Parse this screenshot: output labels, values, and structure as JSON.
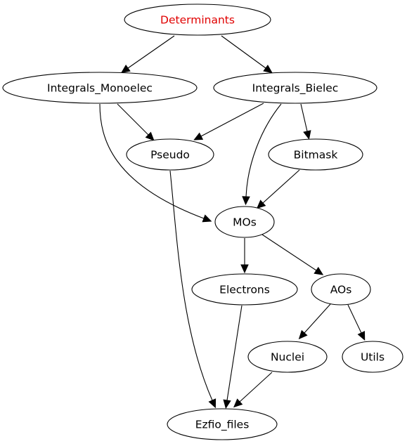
{
  "graph": {
    "nodes": [
      {
        "id": "determinants",
        "label": "Determinants",
        "color": "#e00000"
      },
      {
        "id": "integrals_monoelec",
        "label": "Integrals_Monoelec",
        "color": "#000000"
      },
      {
        "id": "integrals_bielec",
        "label": "Integrals_Bielec",
        "color": "#000000"
      },
      {
        "id": "pseudo",
        "label": "Pseudo",
        "color": "#000000"
      },
      {
        "id": "bitmask",
        "label": "Bitmask",
        "color": "#000000"
      },
      {
        "id": "mos",
        "label": "MOs",
        "color": "#000000"
      },
      {
        "id": "electrons",
        "label": "Electrons",
        "color": "#000000"
      },
      {
        "id": "aos",
        "label": "AOs",
        "color": "#000000"
      },
      {
        "id": "nuclei",
        "label": "Nuclei",
        "color": "#000000"
      },
      {
        "id": "utils",
        "label": "Utils",
        "color": "#000000"
      },
      {
        "id": "ezfio_files",
        "label": "Ezfio_files",
        "color": "#000000"
      }
    ],
    "edges": [
      {
        "from": "determinants",
        "to": "integrals_monoelec"
      },
      {
        "from": "determinants",
        "to": "integrals_bielec"
      },
      {
        "from": "integrals_monoelec",
        "to": "pseudo"
      },
      {
        "from": "integrals_monoelec",
        "to": "mos"
      },
      {
        "from": "integrals_bielec",
        "to": "pseudo"
      },
      {
        "from": "integrals_bielec",
        "to": "mos"
      },
      {
        "from": "integrals_bielec",
        "to": "bitmask"
      },
      {
        "from": "bitmask",
        "to": "mos"
      },
      {
        "from": "pseudo",
        "to": "ezfio_files"
      },
      {
        "from": "mos",
        "to": "electrons"
      },
      {
        "from": "mos",
        "to": "aos"
      },
      {
        "from": "aos",
        "to": "nuclei"
      },
      {
        "from": "aos",
        "to": "utils"
      },
      {
        "from": "electrons",
        "to": "ezfio_files"
      },
      {
        "from": "nuclei",
        "to": "ezfio_files"
      }
    ]
  }
}
